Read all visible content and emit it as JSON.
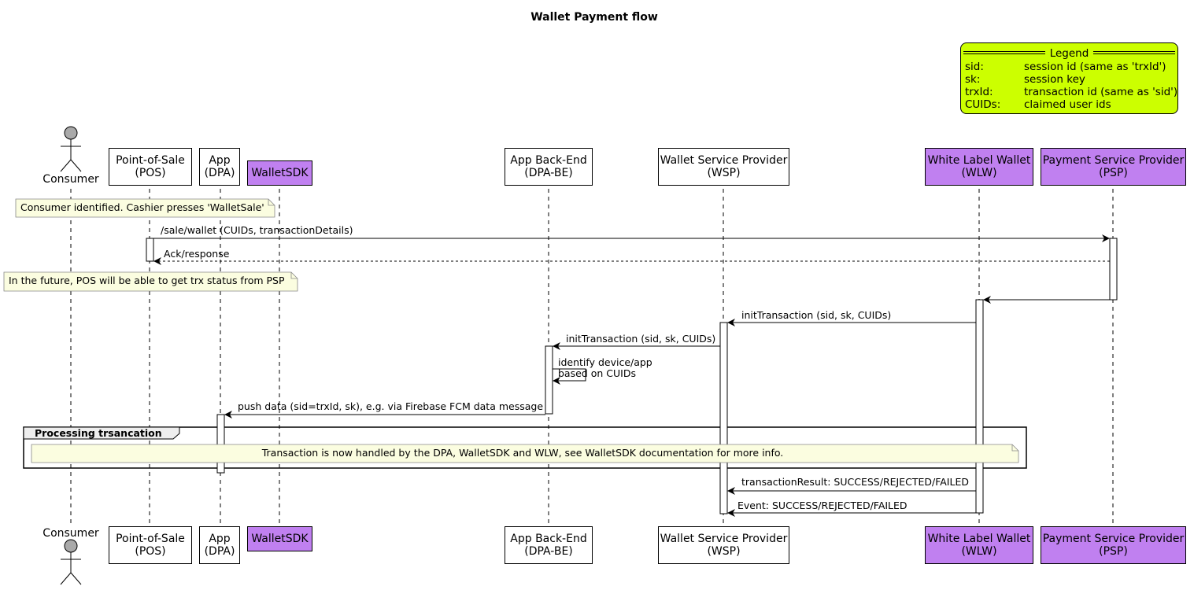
{
  "title": "Wallet Payment flow",
  "legend": {
    "title": "Legend",
    "entries": [
      {
        "key": "sid:",
        "value": "session id (same as 'trxId')"
      },
      {
        "key": "sk:",
        "value": "session key"
      },
      {
        "key": "trxId:",
        "value": "transaction id (same as 'sid')"
      },
      {
        "key": "CUIDs:",
        "value": "claimed user ids"
      }
    ]
  },
  "participants": {
    "consumer": {
      "label": "Consumer"
    },
    "pos": {
      "line1": "Point-of-Sale",
      "line2": "(POS)"
    },
    "dpa": {
      "line1": "App",
      "line2": "(DPA)"
    },
    "walletsdk": {
      "line1": "WalletSDK"
    },
    "dpabe": {
      "line1": "App Back-End",
      "line2": "(DPA-BE)"
    },
    "wsp": {
      "line1": "Wallet Service Provider",
      "line2": "(WSP)"
    },
    "wlw": {
      "line1": "White Label Wallet",
      "line2": "(WLW)"
    },
    "psp": {
      "line1": "Payment Service Provider",
      "line2": "(PSP)"
    }
  },
  "notes": {
    "note1": "Consumer identified. Cashier presses 'WalletSale'",
    "note2": "In the future, POS will be able to get trx status from PSP",
    "note3": "Transaction is now handled by the DPA, WalletSDK and WLW, see WalletSDK documentation for more info."
  },
  "messages": {
    "m1": "/sale/wallet (CUIDs, transactionDetails)",
    "m2": "Ack/response",
    "m4": "initTransaction (sid, sk, CUIDs)",
    "m5": "initTransaction (sid, sk, CUIDs)",
    "m6_line1": "identify device/app",
    "m6_line2": "based on CUIDs",
    "m7": "push data (sid=trxId, sk), e.g. via Firebase FCM data message",
    "m8": "transactionResult: SUCCESS/REJECTED/FAILED",
    "m9": "Event: SUCCESS/REJECTED/FAILED"
  },
  "group": {
    "label": "Processing trsancation"
  },
  "colors": {
    "legend_bg": "#ccff00",
    "note_bg": "#fbfde0",
    "participant_highlight": "#c080f0",
    "participant_default": "#ffffff",
    "actor_fill": "#a9a9a9"
  }
}
